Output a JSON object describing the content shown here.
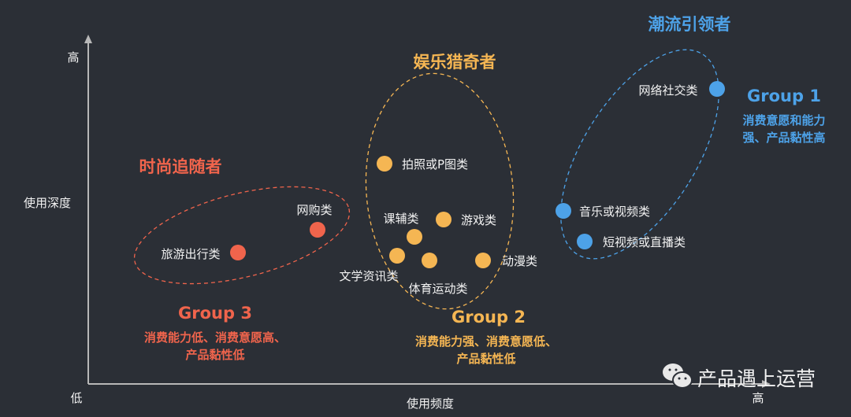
{
  "colors": {
    "background": "#2b2f36",
    "group1": "#4da2e8",
    "group2": "#f5b653",
    "group3": "#f0644c",
    "axis": "#b8b8b8"
  },
  "axes": {
    "y_high": "高",
    "y_label": "使用深度",
    "origin_low": "低",
    "x_label": "使用频度",
    "x_high": "高"
  },
  "groups": [
    {
      "title": "潮流引领者",
      "name": "Group 1",
      "desc": [
        "消费意愿和能力",
        "强、产品黏性高"
      ],
      "items": [
        "网络社交类",
        "音乐或视频类",
        "短视频或直播类"
      ]
    },
    {
      "title": "娱乐猎奇者",
      "name": "Group 2",
      "desc": [
        "消费能力强、消费意愿低、",
        "产品黏性低"
      ],
      "items": [
        "拍照或P图类",
        "游戏类",
        "课辅类",
        "文学资讯类",
        "体育运动类",
        "动漫类"
      ]
    },
    {
      "title": "时尚追随者",
      "name": "Group 3",
      "desc": [
        "消费能力低、消费意愿高、",
        "产品黏性低"
      ],
      "items": [
        "网购类",
        "旅游出行类"
      ]
    }
  ],
  "watermark": {
    "icon": "wechat-icon",
    "text": "产品遇上运营"
  }
}
